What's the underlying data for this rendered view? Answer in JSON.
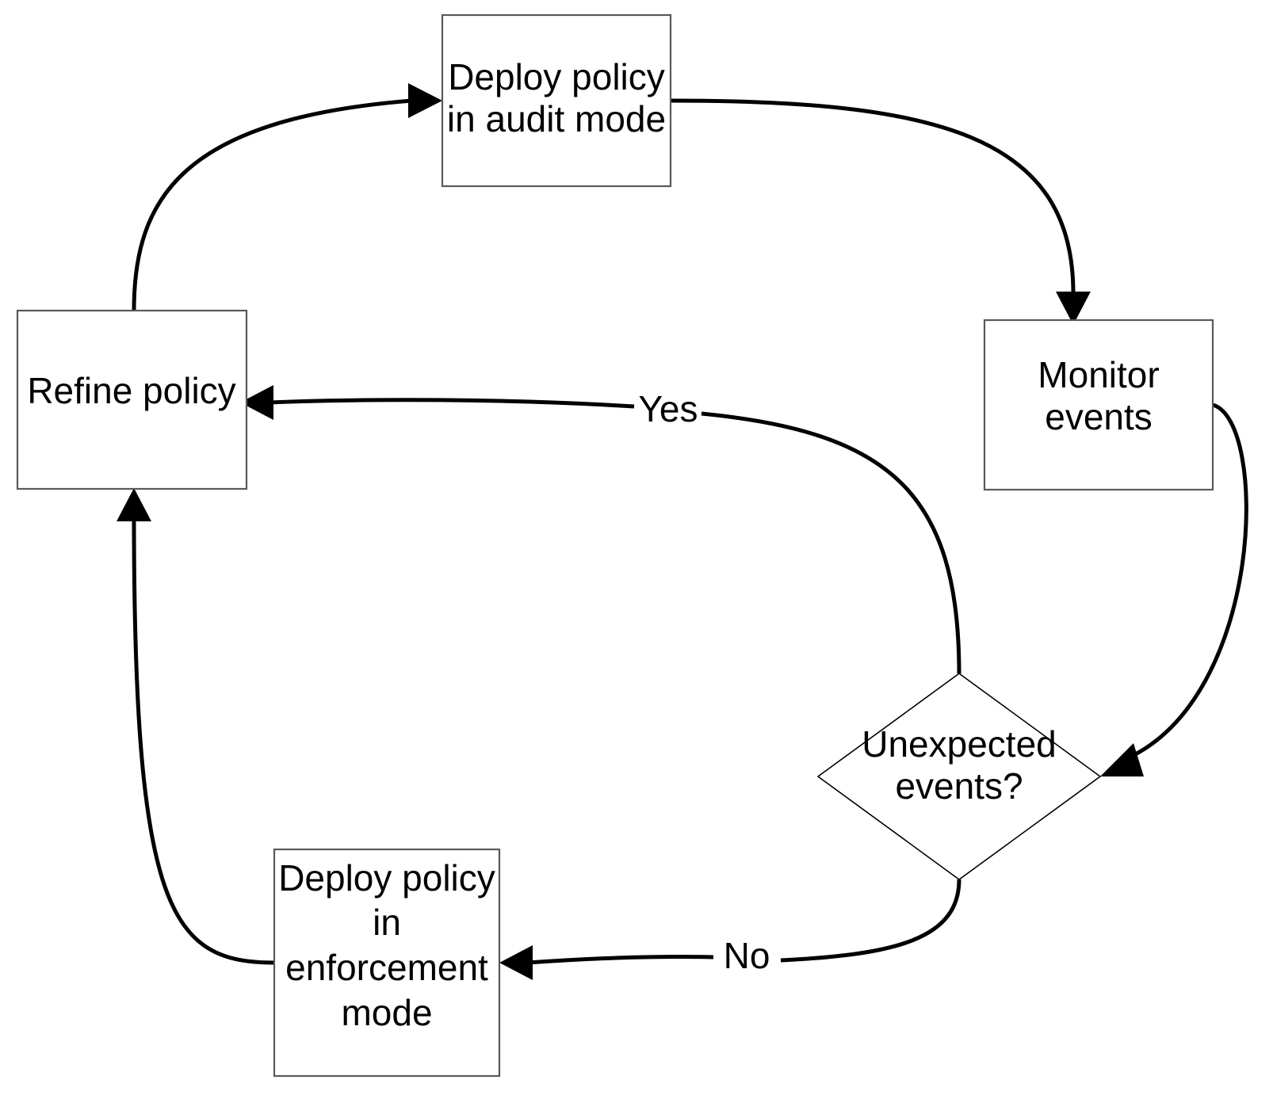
{
  "diagram": {
    "title": "Policy deployment lifecycle flowchart",
    "background_color": "#ffffff",
    "line_color": "#000000",
    "box_stroke_color": "#595959",
    "nodes": [
      {
        "id": "deploy-audit",
        "shape": "rectangle",
        "lines": [
          "Deploy policy",
          "in audit mode"
        ]
      },
      {
        "id": "monitor-events",
        "shape": "rectangle",
        "lines": [
          "Monitor",
          "events"
        ]
      },
      {
        "id": "unexpected-events",
        "shape": "diamond",
        "lines": [
          "Unexpected",
          "events?"
        ]
      },
      {
        "id": "deploy-enforcement",
        "shape": "rectangle",
        "lines": [
          "Deploy policy",
          "in",
          "enforcement",
          "mode"
        ]
      },
      {
        "id": "refine-policy",
        "shape": "rectangle",
        "lines": [
          "Refine policy"
        ]
      }
    ],
    "edges": [
      {
        "id": "refine-to-deploy-audit",
        "label": ""
      },
      {
        "id": "deploy-audit-to-monitor",
        "label": ""
      },
      {
        "id": "monitor-to-decision",
        "label": ""
      },
      {
        "id": "decision-yes-to-refine",
        "label": "Yes"
      },
      {
        "id": "decision-no-to-enforcement",
        "label": "No"
      },
      {
        "id": "enforcement-to-refine",
        "label": ""
      }
    ]
  }
}
